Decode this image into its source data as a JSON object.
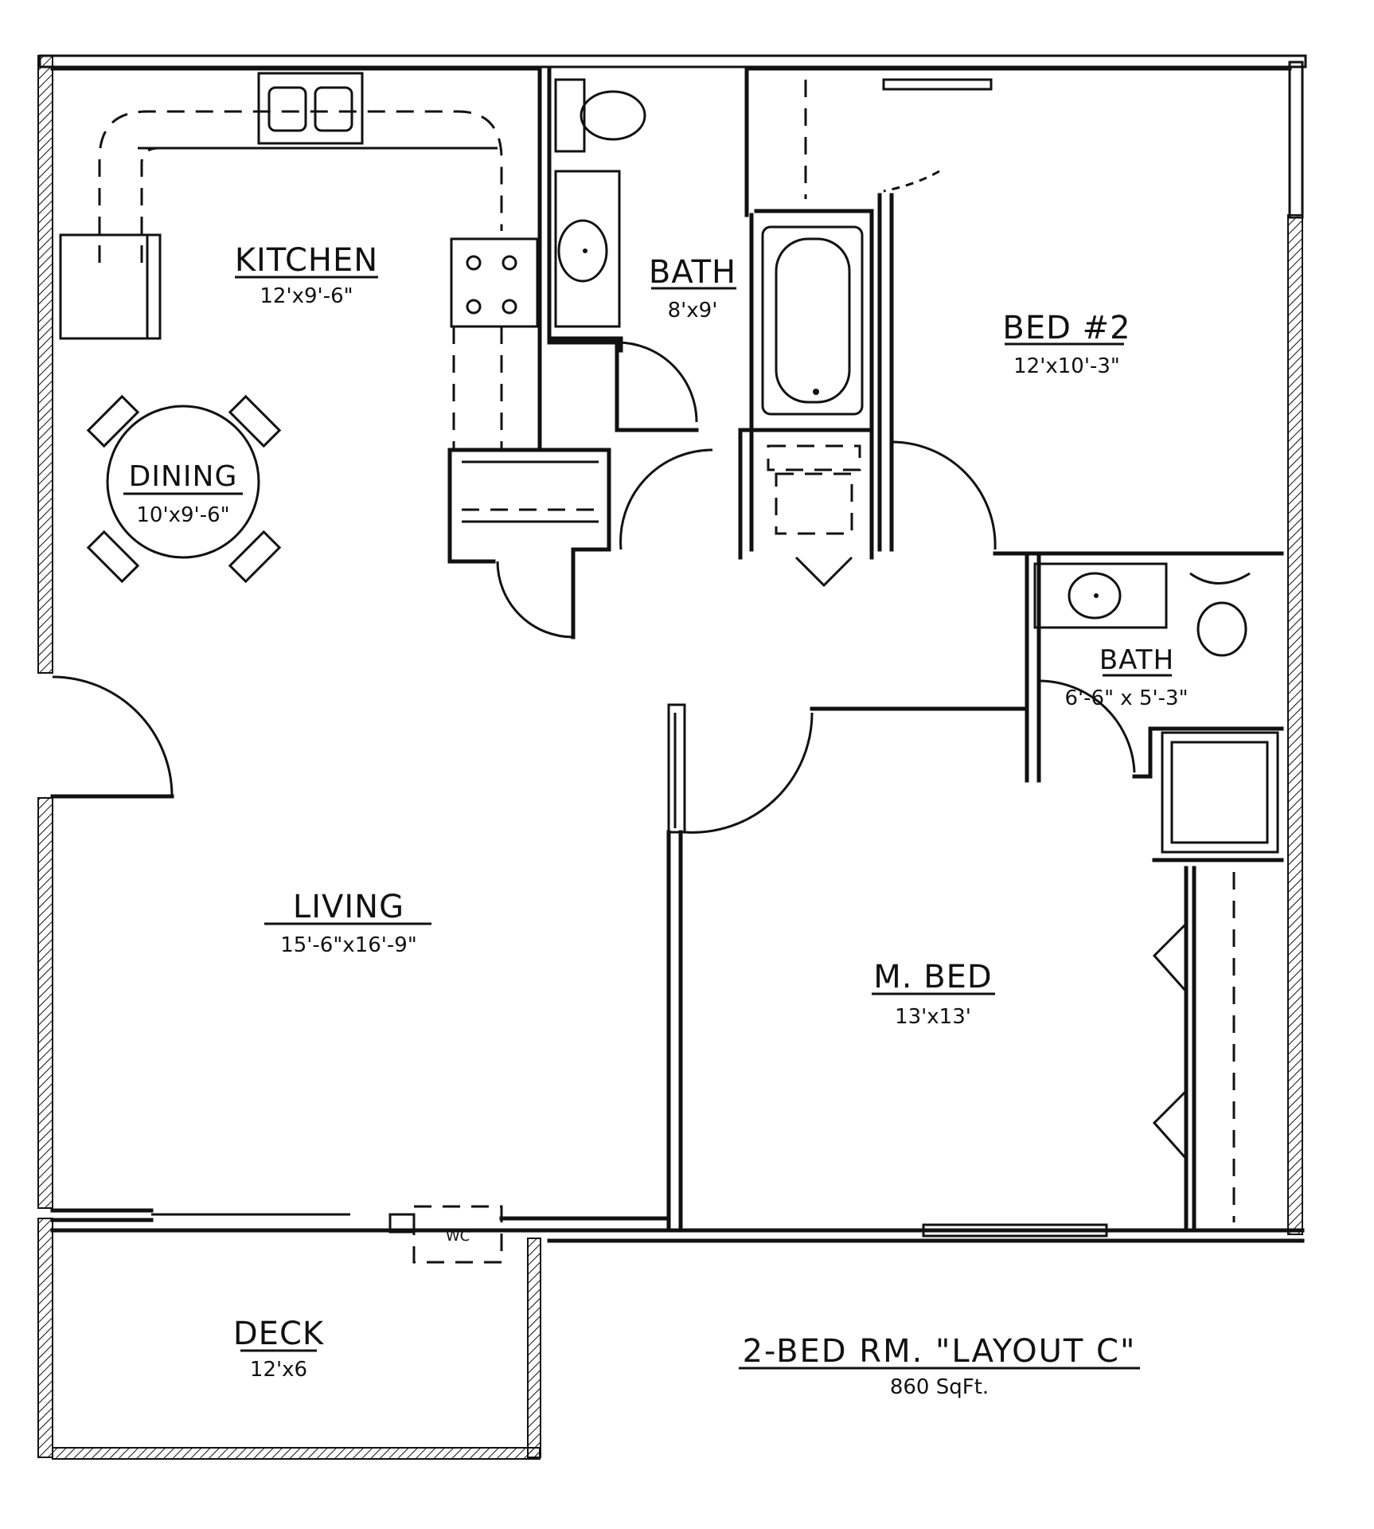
{
  "title": "2-BED RM. \"LAYOUT C\"",
  "area": "860 SqFt.",
  "rooms": {
    "kitchen": {
      "name": "KITCHEN",
      "size": "12'x9'-6\""
    },
    "dining": {
      "name": "DINING",
      "size": "10'x9'-6\""
    },
    "bath1": {
      "name": "BATH",
      "size": "8'x9'"
    },
    "bed2": {
      "name": "BED #2",
      "size": "12'x10'-3\""
    },
    "bath2": {
      "name": "BATH",
      "size": "6'-6\" x 5'-3\""
    },
    "living": {
      "name": "LIVING",
      "size": "15'-6\"x16'-9\""
    },
    "mbed": {
      "name": "M. BED",
      "size": "13'x13'"
    },
    "deck": {
      "name": "DECK",
      "size": "12'x6"
    },
    "wc": {
      "name": "WC"
    }
  }
}
